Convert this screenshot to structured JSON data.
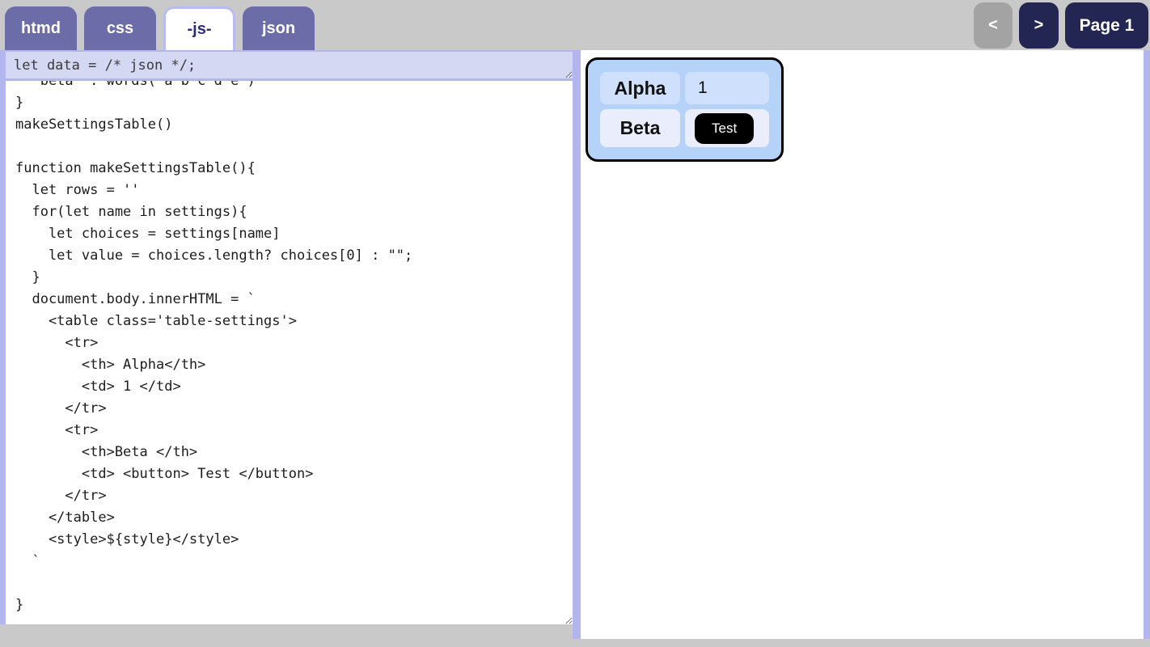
{
  "tabs": [
    {
      "label": "htmd",
      "active": false
    },
    {
      "label": "css",
      "active": false
    },
    {
      "label": "-js-",
      "active": true
    },
    {
      "label": "json",
      "active": false
    }
  ],
  "pager": {
    "prev_label": "<",
    "next_label": ">",
    "page_label": "Page 1"
  },
  "editor": {
    "data_line": "let data = /* json */;",
    "code": "  'beta' : words('a b c d e')\n}\nmakeSettingsTable()\n\nfunction makeSettingsTable(){\n  let rows = ''\n  for(let name in settings){\n    let choices = settings[name]\n    let value = choices.length? choices[0] : \"\";\n  }\n  document.body.innerHTML = `\n    <table class='table-settings'>\n      <tr>\n        <th> Alpha</th>\n        <td> 1 </td>\n      </tr>\n      <tr>\n        <th>Beta </th>\n        <td> <button> Test </button>\n      </tr>\n    </table>\n    <style>${style}</style>\n  `\n\n}"
  },
  "preview": {
    "rows": [
      {
        "name": "Alpha",
        "value": "1",
        "kind": "text"
      },
      {
        "name": "Beta",
        "value": "Test",
        "kind": "button"
      }
    ]
  },
  "colors": {
    "page_gray": "#c9c9c9",
    "periwinkle_accent": "#b3b6ee",
    "tab_inactive": "#6c6ca8",
    "tab_active_text": "#2d2d7e",
    "nav_navy": "#232552",
    "nav_disabled_gray": "#a3a3a3",
    "editor_data_bg": "#d5d8f3",
    "preview_table_bg": "#b5d2f9",
    "preview_row1_cell": "#cfe0fc",
    "preview_row2_cell": "#eaedfc",
    "test_button_bg": "#000000"
  }
}
